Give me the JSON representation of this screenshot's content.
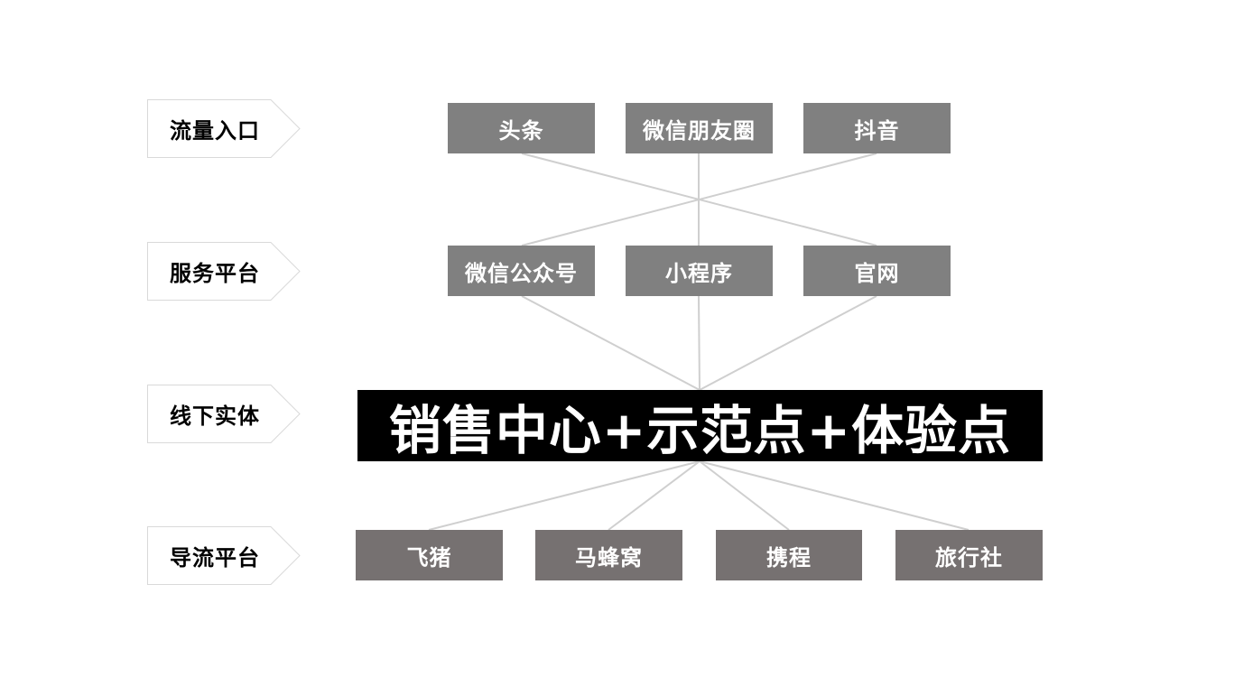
{
  "rows": [
    {
      "label": "流量入口"
    },
    {
      "label": "服务平台"
    },
    {
      "label": "线下实体"
    },
    {
      "label": "导流平台"
    }
  ],
  "traffic_entries": [
    "头条",
    "微信朋友圈",
    "抖音"
  ],
  "service_platforms": [
    "微信公众号",
    "小程序",
    "官网"
  ],
  "offline_entity": "销售中心+示范点+体验点",
  "diversion_platforms": [
    "飞猪",
    "马蜂窝",
    "携程",
    "旅行社"
  ],
  "colors": {
    "box_gray": "#808080",
    "box_dark": "#767171",
    "center_bg": "#000000",
    "connector": "#cfcfcf",
    "tag_border": "#d9d9d9"
  }
}
